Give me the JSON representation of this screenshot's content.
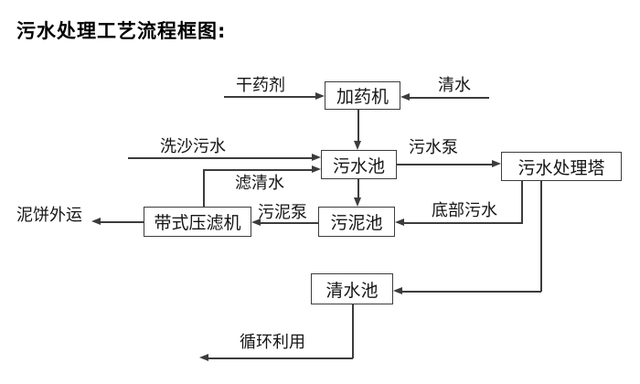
{
  "title": "污水处理工艺流程框图:",
  "colors": {
    "line": "#3c3c3c",
    "text": "#151515",
    "background": "#ffffff"
  },
  "nodes": {
    "dosing_machine": {
      "label": "加药机"
    },
    "sewage_pool": {
      "label": "污水池"
    },
    "treatment_tower": {
      "label": "污水处理塔"
    },
    "belt_filter_press": {
      "label": "带式压滤机"
    },
    "sludge_pool": {
      "label": "污泥池"
    },
    "clean_water_pool": {
      "label": "清水池"
    }
  },
  "flow_labels": {
    "dry_agent": "干药剂",
    "clean_water": "清水",
    "sand_washing_sewage": "洗沙污水",
    "filtered_water": "滤清水",
    "sewage_pump": "污水泵",
    "bottom_sewage": "底部污水",
    "sludge_pump": "污泥泵",
    "mud_cake_out": "泥饼外运",
    "recycle_use": "循环利用"
  },
  "edges": [
    {
      "from": "干药剂(外部)",
      "to": "加药机",
      "label": "干药剂"
    },
    {
      "from": "清水(外部)",
      "to": "加药机",
      "label": "清水"
    },
    {
      "from": "加药机",
      "to": "污水池",
      "label": ""
    },
    {
      "from": "洗沙污水(外部)",
      "to": "污水池",
      "label": "洗沙污水"
    },
    {
      "from": "带式压滤机",
      "to": "污水池",
      "label": "滤清水"
    },
    {
      "from": "污水池",
      "to": "污水处理塔",
      "label": "污水泵"
    },
    {
      "from": "污水池",
      "to": "污泥池",
      "label": ""
    },
    {
      "from": "污水处理塔",
      "to": "污泥池",
      "label": "底部污水"
    },
    {
      "from": "污泥池",
      "to": "带式压滤机",
      "label": "污泥泵"
    },
    {
      "from": "带式压滤机",
      "to": "泥饼外运(外部)",
      "label": "泥饼外运"
    },
    {
      "from": "污水处理塔",
      "to": "清水池",
      "label": ""
    },
    {
      "from": "清水池",
      "to": "循环利用(外部)",
      "label": "循环利用"
    }
  ]
}
